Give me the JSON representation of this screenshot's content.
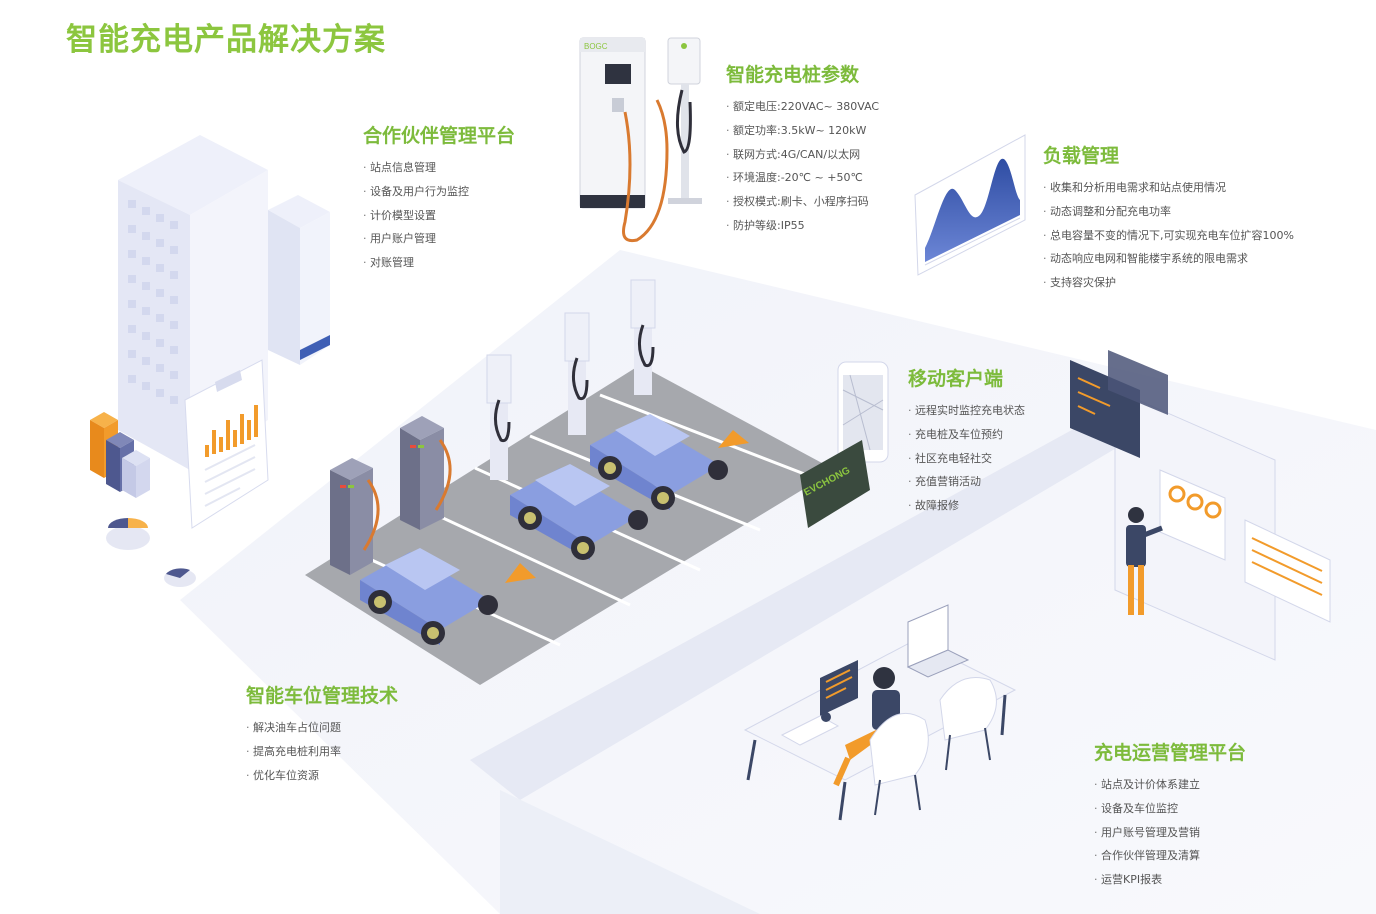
{
  "title": "智能充电产品解决方案",
  "sections": {
    "charger_params": {
      "heading": "智能充电桩参数",
      "items": [
        "额定电压:220VAC~ 380VAC",
        "额定功率:3.5kW~ 120kW",
        "联网方式:4G/CAN/以太网",
        "环境温度:-20℃ ~ +50℃",
        "授权模式:刷卡、小程序扫码",
        "防护等级:IP55"
      ]
    },
    "partner_platform": {
      "heading": "合作伙伴管理平台",
      "items": [
        "站点信息管理",
        "设备及用户行为监控",
        "计价模型设置",
        "用户账户管理",
        "对账管理"
      ]
    },
    "load_management": {
      "heading": "负载管理",
      "items": [
        "收集和分析用电需求和站点使用情况",
        "动态调整和分配充电功率",
        "总电容量不变的情况下,可实现充电车位扩容100%",
        "动态响应电网和智能楼宇系统的限电需求",
        "支持容灾保护"
      ]
    },
    "mobile_client": {
      "heading": "移动客户端",
      "items": [
        "远程实时监控充电状态",
        "充电桩及车位预约",
        "社区充电轻社交",
        "充值营销活动",
        "故障报修"
      ]
    },
    "parking_tech": {
      "heading": "智能车位管理技术",
      "items": [
        "解决油车占位问题",
        "提高充电桩利用率",
        "优化车位资源"
      ]
    },
    "operation_platform": {
      "heading": "充电运营管理平台",
      "items": [
        "站点及计价体系建立",
        "设备及车位监控",
        "用户账号管理及营销",
        "合作伙伴管理及清算",
        "运营KPI报表"
      ]
    }
  },
  "illustration": {
    "card_text": "EVCHONG",
    "charger_brand": "BOGC",
    "accent_color": "#8cc63f",
    "car_color": "#8a9ee0",
    "charger_color": "#7c7e95",
    "cable_color": "#d97a30"
  }
}
